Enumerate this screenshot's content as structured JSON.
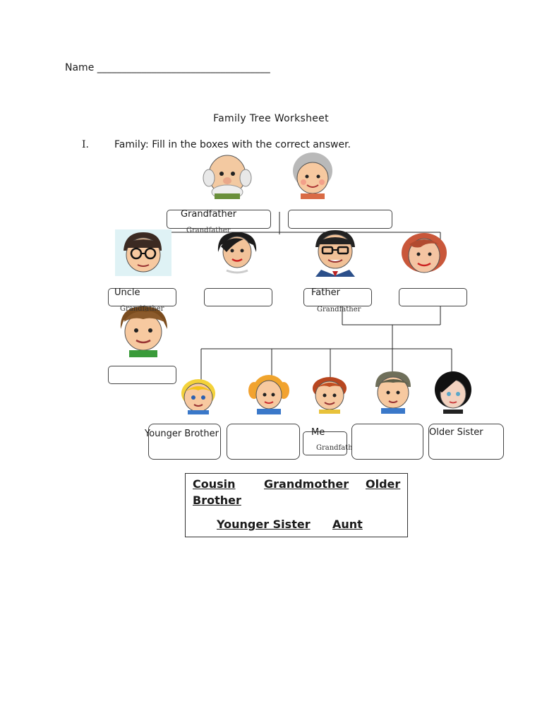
{
  "header": {
    "name_label": "Name",
    "name_blank": "___________________________________",
    "title": "Family Tree Worksheet"
  },
  "instructions": {
    "number": "I.",
    "text": "Family: Fill in the boxes with the correct answer."
  },
  "tree": {
    "grandfather_label": "Grandfather",
    "grandmother_label": "",
    "uncle_label": "Uncle",
    "aunt_label": "",
    "father_label": "Father",
    "mother_label": "",
    "cousin_label": "",
    "younger_brother_label": "Younger Brother",
    "younger_sister_label": "",
    "me_label": "Me",
    "older_brother_label": "",
    "older_sister_label": "Older Sister",
    "ghost_text": "Grandfather"
  },
  "word_bank": {
    "words": [
      "Cousin",
      "Grandmother",
      "Older",
      "Brother",
      "Younger Sister",
      "Aunt"
    ]
  },
  "colors": {
    "text": "#1a1a1a",
    "border": "#444444",
    "skin": "#f7c9a0"
  }
}
